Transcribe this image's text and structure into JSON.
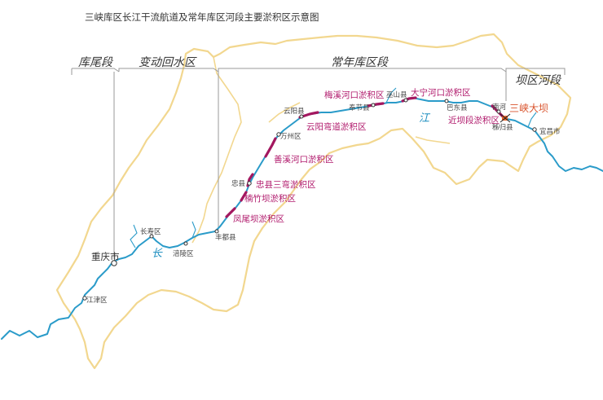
{
  "title": "三峡库区长江干流航道及常年库区河段主要淤积区示意图",
  "sections": [
    {
      "id": "kuwei",
      "label": "库尾段"
    },
    {
      "id": "biandong",
      "label": "变动回水区"
    },
    {
      "id": "changnian",
      "label": "常年库区段"
    },
    {
      "id": "baqu",
      "label": "坝区河段"
    }
  ],
  "river_chars": [
    "长",
    "江"
  ],
  "cities": [
    {
      "id": "chongqing",
      "label": "重庆市"
    },
    {
      "id": "jiangjin",
      "label": "江津区"
    },
    {
      "id": "changshou",
      "label": "长寿区"
    },
    {
      "id": "fuling",
      "label": "涪陵区"
    },
    {
      "id": "fengdu",
      "label": "丰都县"
    },
    {
      "id": "zhongxian",
      "label": "忠县"
    },
    {
      "id": "wanzhou",
      "label": "万州区"
    },
    {
      "id": "yunyang",
      "label": "云阳县"
    },
    {
      "id": "fengjie",
      "label": "奉节县"
    },
    {
      "id": "wushan",
      "label": "巫山县"
    },
    {
      "id": "badong",
      "label": "巴东县"
    },
    {
      "id": "nanhe",
      "label": "南河"
    },
    {
      "id": "zigui",
      "label": "秭归县"
    },
    {
      "id": "yichang",
      "label": "宜昌市"
    }
  ],
  "dam": {
    "label": "三峡大坝"
  },
  "silt_zones": [
    {
      "id": "meixihe",
      "label": "梅溪河口淤积区"
    },
    {
      "id": "daninghe",
      "label": "大宁河口淤积区"
    },
    {
      "id": "yunyangwan",
      "label": "云阳弯道淤积区"
    },
    {
      "id": "jinba",
      "label": "近坝段淤积区"
    },
    {
      "id": "shanxi",
      "label": "善溪河口淤积区"
    },
    {
      "id": "zhongxian3",
      "label": "忠县三弯淤积区"
    },
    {
      "id": "nanzhuba",
      "label": "楠竹坝淤积区"
    },
    {
      "id": "fengweiba",
      "label": "凤尾坝淤积区"
    }
  ],
  "colors": {
    "river": "#2a9bc9",
    "silt": "#a3175f",
    "boundary": "#f2d78f",
    "divider": "#9a9a9a",
    "dam": "#e8662f"
  }
}
